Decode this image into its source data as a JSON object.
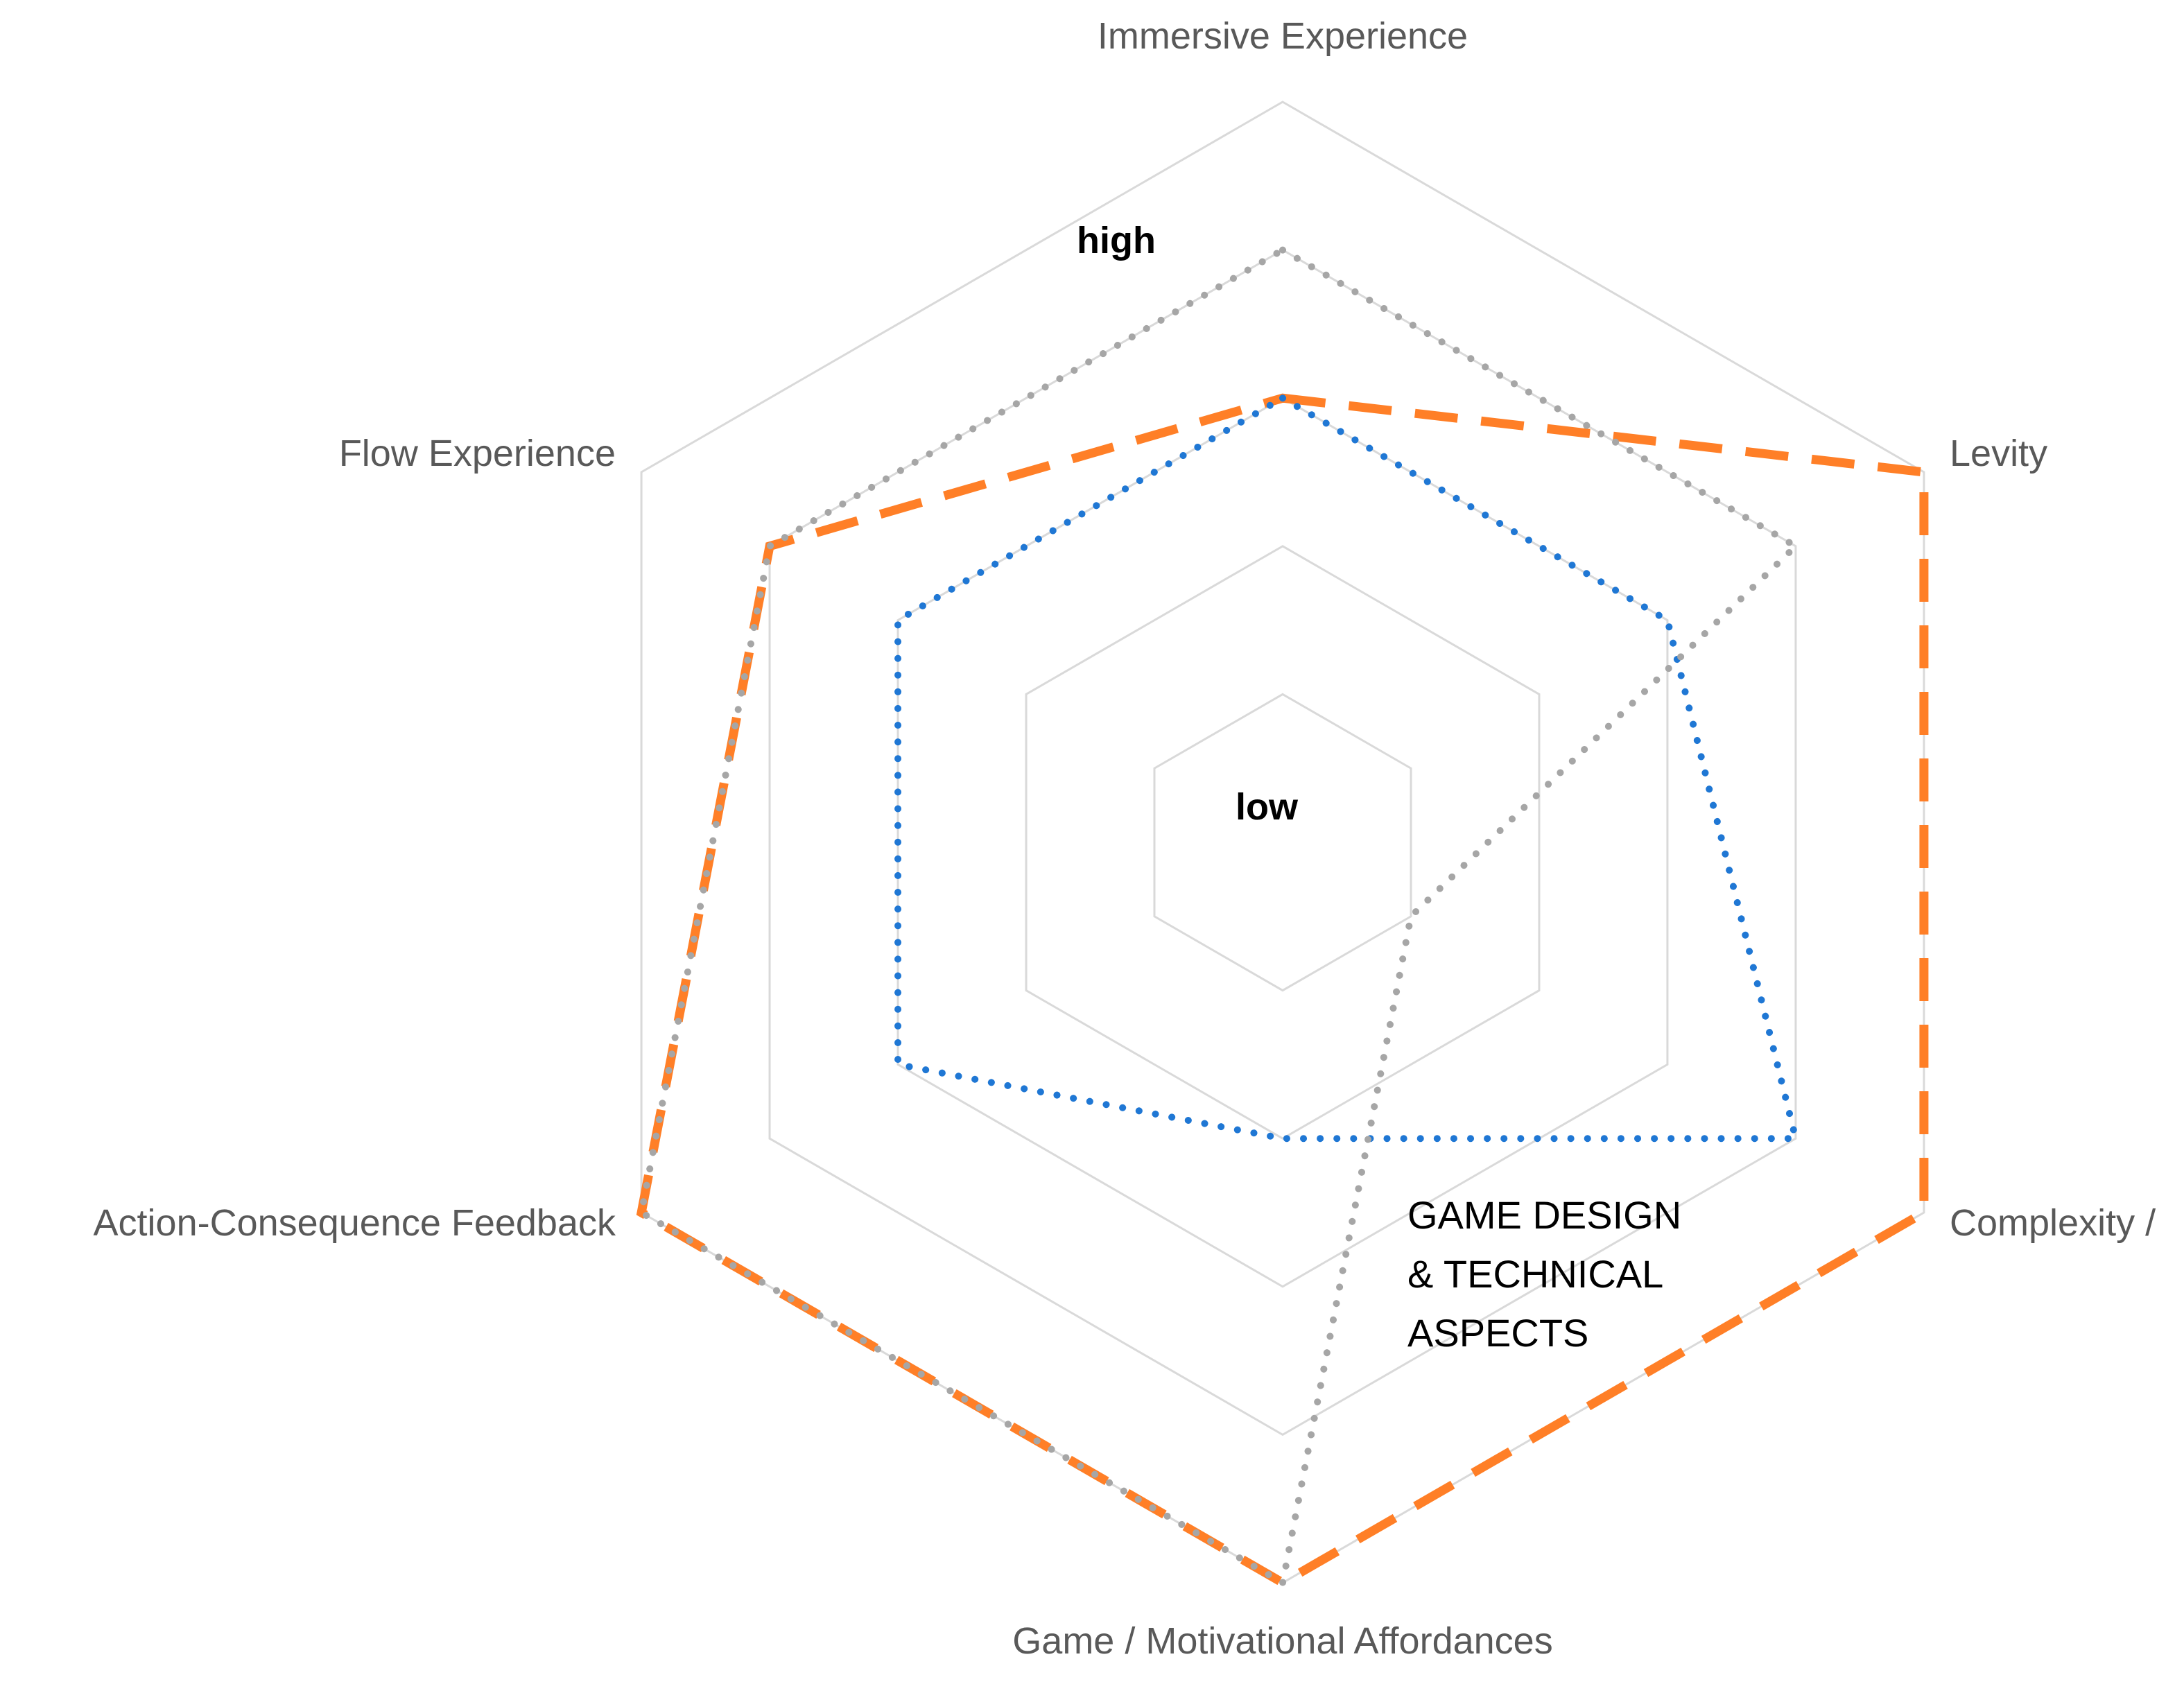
{
  "chart_data": {
    "type": "radar",
    "title": "",
    "axes": [
      "Immersive Experience",
      "Levity",
      "Complexity /",
      "Game / Motivational Affordances",
      "Action-Consequence Feedback",
      "Flow Experience"
    ],
    "range": [
      0,
      5
    ],
    "levels": 5,
    "level_labels": {
      "high": "high",
      "low": "low"
    },
    "annotation": [
      "GAME DESIGN",
      "& TECHNICAL",
      "ASPECTS"
    ],
    "grid": true,
    "legend": "none",
    "series": [
      {
        "values": [
          3,
          5,
          5,
          5,
          5,
          4
        ],
        "color": "#ff7f27",
        "style": "dashed"
      },
      {
        "values": [
          4,
          4,
          1,
          5,
          5,
          4
        ],
        "color": "#a6a6a6",
        "style": "dotted"
      },
      {
        "values": [
          3,
          3,
          4,
          2,
          3,
          3
        ],
        "color": "#1f77d4",
        "style": "dotted"
      }
    ]
  }
}
